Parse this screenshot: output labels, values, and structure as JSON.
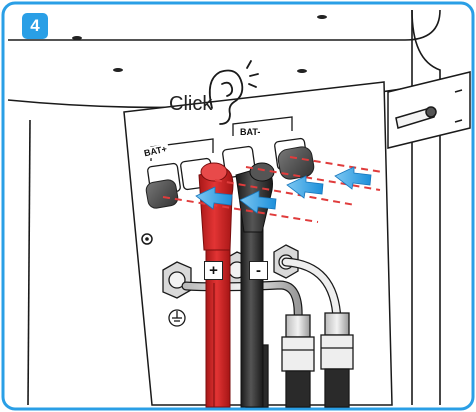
{
  "step": {
    "number": "4"
  },
  "callout": {
    "text": "Click"
  },
  "ports": {
    "positive_label": "BAT+",
    "negative_label": "BAT-"
  },
  "cables": {
    "positive_symbol": "+",
    "negative_symbol": "-"
  },
  "colors": {
    "badge": "#2a9fe6",
    "arrow": "#2a9fe6",
    "positive_cable": "#d42a2a",
    "negative_cable": "#2b2b2b",
    "guide_line": "#e03c3c"
  },
  "icons": [
    "ear-icon",
    "ground-icon",
    "insertion-arrow"
  ]
}
